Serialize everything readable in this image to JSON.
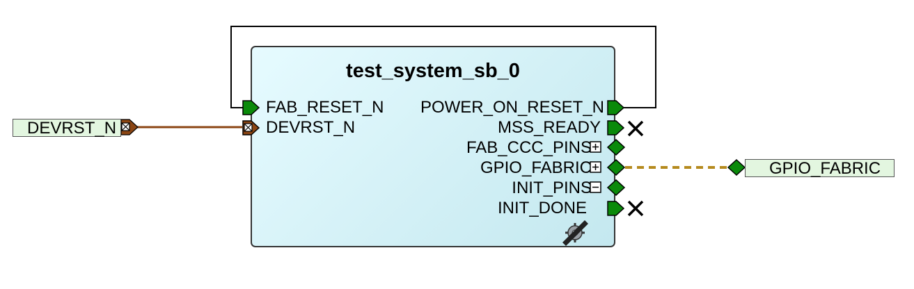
{
  "block": {
    "name": "test_system_sb_0"
  },
  "left_ports": [
    {
      "label": "FAB_RESET_N"
    },
    {
      "label": "DEVRST_N"
    }
  ],
  "right_ports": [
    {
      "label": "POWER_ON_RESET_N"
    },
    {
      "label": "MSS_READY"
    },
    {
      "label": "FAB_CCC_PINS"
    },
    {
      "label": "GPIO_FABRIC"
    },
    {
      "label": "INIT_PINS"
    },
    {
      "label": "INIT_DONE"
    }
  ],
  "external_ports": {
    "input": "DEVRST_N",
    "output": "GPIO_FABRIC"
  },
  "colors": {
    "port_green": "#0a8a0a",
    "wire_brown": "#8b4513",
    "bus_dashed": "#b58a1e",
    "block_fill": "#d6f2f7",
    "port_box_fill": "#e3f6e0"
  },
  "icons": [
    "wrench-gear-icon",
    "unconnected-x-icon",
    "bus-expand-icon",
    "bus-collapse-icon",
    "scalar-x-icon"
  ]
}
